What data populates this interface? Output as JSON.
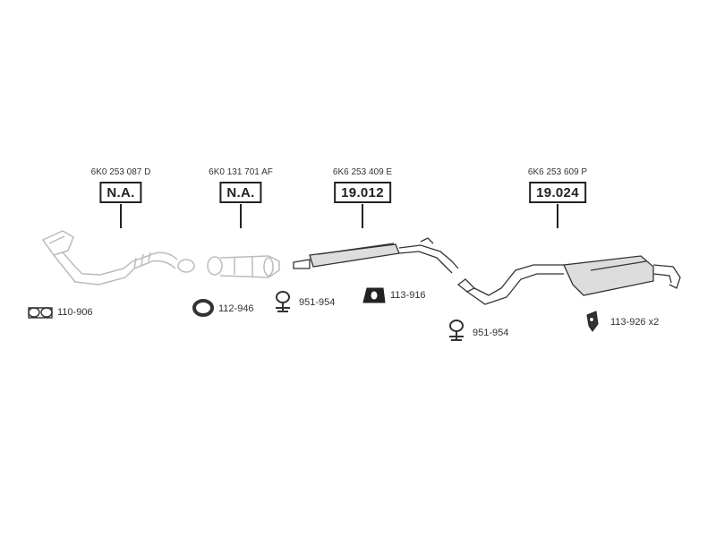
{
  "parts": [
    {
      "oem": "6K0 253 087 D",
      "ref": "N.A."
    },
    {
      "oem": "6K0 131 701 AF",
      "ref": "N.A."
    },
    {
      "oem": "6K6 253 409 E",
      "ref": "19.012"
    },
    {
      "oem": "6K6 253 609 P",
      "ref": "19.024"
    }
  ],
  "accessories": [
    {
      "code": "110-906"
    },
    {
      "code": "112-946"
    },
    {
      "code": "951-954"
    },
    {
      "code": "113-916"
    },
    {
      "code": "951-954"
    },
    {
      "code": "113-926 x2"
    }
  ]
}
